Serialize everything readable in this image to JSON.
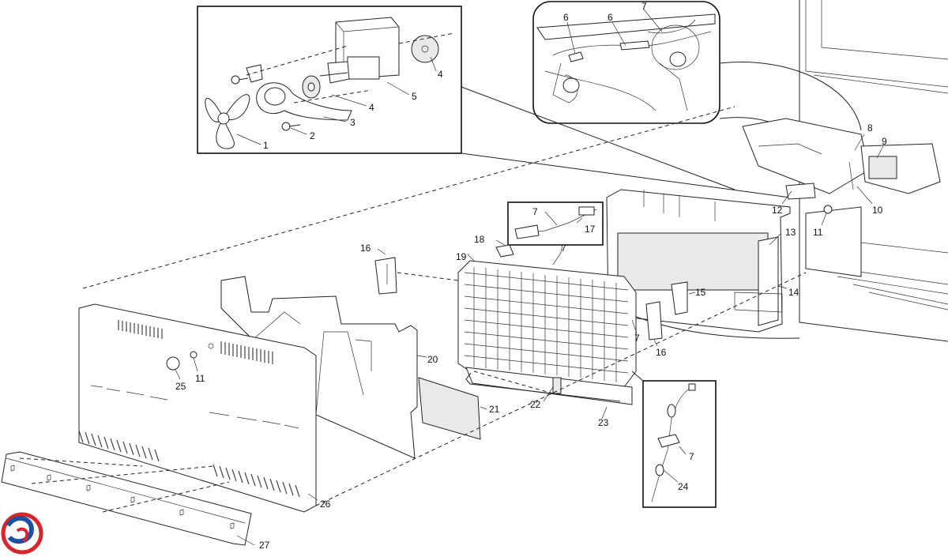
{
  "diagram": {
    "type": "exploded-parts-view",
    "callouts": {
      "c1": "1",
      "c2": "2",
      "c3": "3",
      "c4a": "4",
      "c4b": "4",
      "c5": "5",
      "c6a": "6",
      "c6b": "6",
      "c7a": "7",
      "c7b": "7",
      "c7c": "7",
      "c7d": "7",
      "c7e": "7",
      "c8": "8",
      "c9": "9",
      "c10": "10",
      "c11a": "11",
      "c11b": "11",
      "c12": "12",
      "c13": "13",
      "c14": "14",
      "c15": "15",
      "c16a": "16",
      "c16b": "16",
      "c17": "17",
      "c18": "18",
      "c19": "19",
      "c20": "20",
      "c21": "21",
      "c22": "22",
      "c23": "23",
      "c24": "24",
      "c25": "25",
      "c26": "26",
      "c27": "27"
    },
    "logo_colors": {
      "red": "#d6262b",
      "blue": "#1f4fa3"
    }
  }
}
